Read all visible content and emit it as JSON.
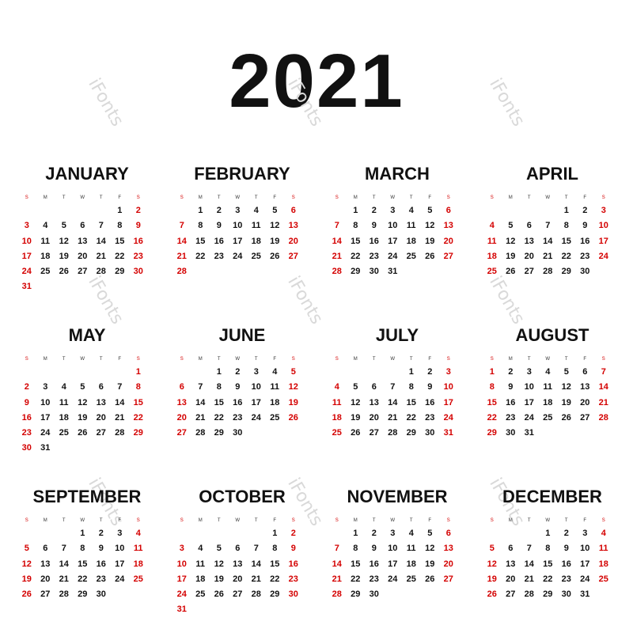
{
  "year": "2021",
  "watermark": "iFonts",
  "colors": {
    "weekend": "#d40000",
    "text": "#111111",
    "watermark": "#d9d9d9"
  },
  "weekdays": [
    "S",
    "M",
    "T",
    "W",
    "T",
    "F",
    "S"
  ],
  "months": [
    {
      "name": "JANUARY",
      "start": 5,
      "days": 31
    },
    {
      "name": "FEBRUARY",
      "start": 1,
      "days": 28
    },
    {
      "name": "MARCH",
      "start": 1,
      "days": 31
    },
    {
      "name": "APRIL",
      "start": 4,
      "days": 30
    },
    {
      "name": "MAY",
      "start": 6,
      "days": 31
    },
    {
      "name": "JUNE",
      "start": 2,
      "days": 30
    },
    {
      "name": "JULY",
      "start": 4,
      "days": 31
    },
    {
      "name": "AUGUST",
      "start": 0,
      "days": 31
    },
    {
      "name": "SEPTEMBER",
      "start": 3,
      "days": 30
    },
    {
      "name": "OCTOBER",
      "start": 5,
      "days": 31
    },
    {
      "name": "NOVEMBER",
      "start": 1,
      "days": 30
    },
    {
      "name": "DECEMBER",
      "start": 3,
      "days": 31
    }
  ]
}
